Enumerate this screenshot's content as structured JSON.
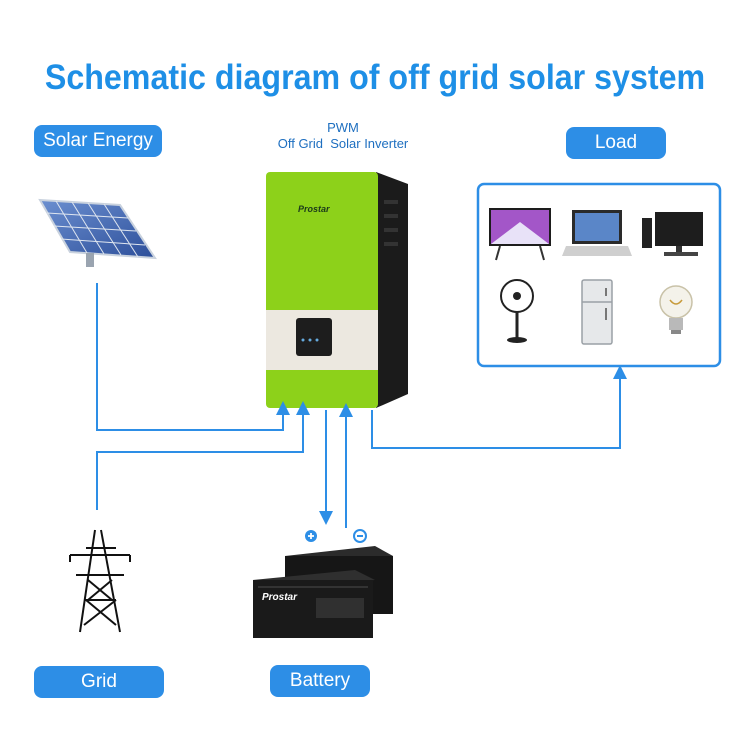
{
  "title": "Schematic diagram of off grid solar system",
  "labels": {
    "solar": "Solar Energy",
    "load": "Load",
    "grid": "Grid",
    "battery": "Battery",
    "inverter_line1": "PWM",
    "inverter_line2": "Off Grid  Solar Inverter"
  },
  "brand": "Prostar",
  "colors": {
    "accent": "#2d8ee6",
    "inverter_green": "#8dd11a",
    "inverter_black": "#1b1b1b",
    "battery_black": "#1a1a1a"
  },
  "icons": [
    "solar-panel-icon",
    "pylon-icon",
    "tv-icon",
    "laptop-icon",
    "desktop-icon",
    "fan-icon",
    "fridge-icon",
    "bulb-icon"
  ]
}
